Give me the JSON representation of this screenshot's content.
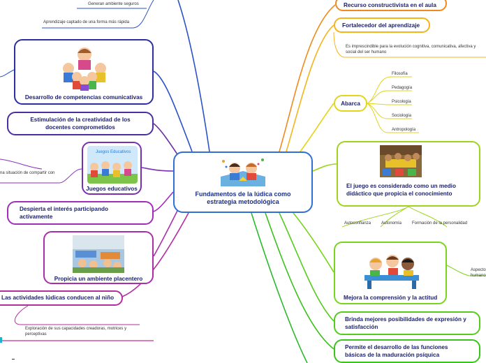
{
  "center": {
    "title": "Fundamentos de la lúdica como estrategia metodológica"
  },
  "left": {
    "generan": "Generan ambiente seguros",
    "aprendizaje": "Aprendizaje captado de una forma más rápida",
    "desarrollo": "Desarrollo de competencias comunicativas",
    "estimulacion": "Estimulación de la creatividad de los docentes comprometidos",
    "compartir": "na situación de compartir con",
    "juegos": "Juegos educativos",
    "juegos_banner": "Juegos     Educativos",
    "despierta": "Despierta el interés participando activamente",
    "propicia": "Propicia un ambiente placentero",
    "actividades": "Las actividades lúdicas conducen al niño",
    "exploracion": "Exploración de sus capacidades creadoras, motrices y perceptivas"
  },
  "right": {
    "recurso": "Recurso constructivista en el aula",
    "fortalecedor": "Fortalecedor del aprendizaje",
    "imprescindible": "Es imprescindible para la evolución cognitiva, comunicativa, afectiva y social del ser humano",
    "abarca": "Abarca",
    "abarca_items": [
      "Filosofía",
      "Pedagogía",
      "Psicología",
      "Sociología",
      "Antropología"
    ],
    "juego_medio": "El juego es considerado como un medio didáctico que propicia el conocimiento",
    "sub_items": [
      "Autoconfianza",
      "Autonomía",
      "Formación de la personalidad"
    ],
    "mejora": "Mejora la comprensión y la actitud",
    "aspecto": "Aspecto humano",
    "brinda": "Brinda mejores posibilidades de expresión y satisfacción",
    "permite": "Permite el desarrollo de las funciones básicas de la maduración psíquica"
  }
}
